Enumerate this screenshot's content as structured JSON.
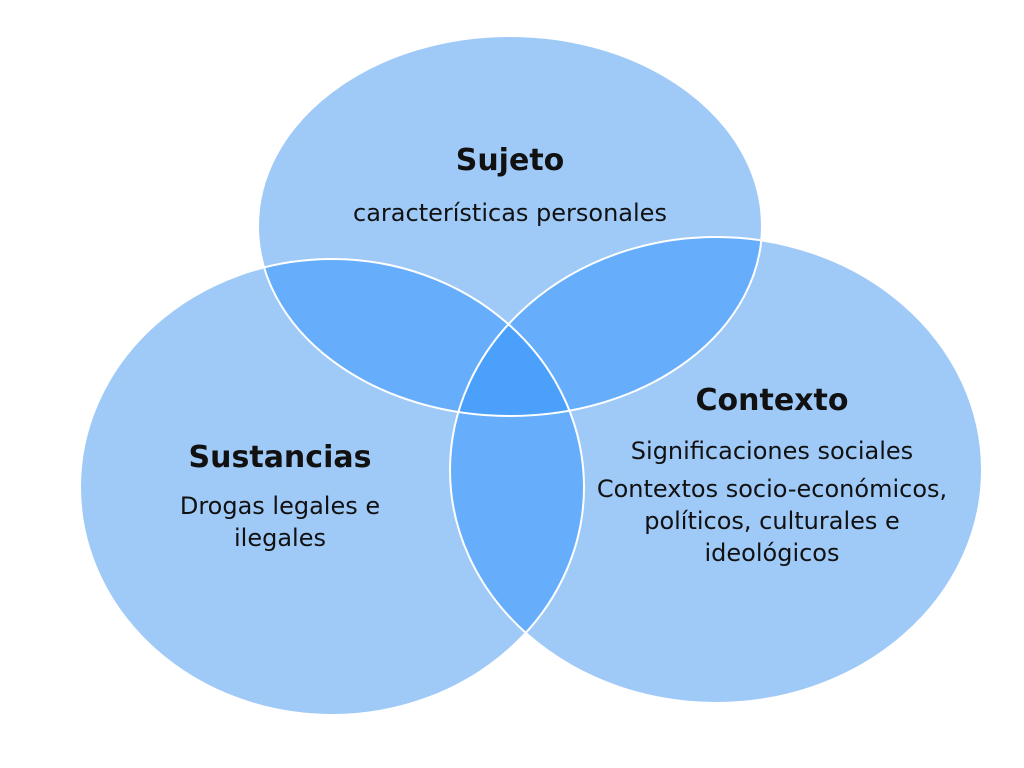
{
  "colors": {
    "circle_fill": "#9fcaf8",
    "overlap_two": "#66aefb",
    "overlap_three": "#4aa0fa",
    "circle_stroke": "#ffffff"
  },
  "circles": {
    "sujeto": {
      "title": "Sujeto",
      "lines": [
        "características personales"
      ]
    },
    "sustancias": {
      "title": "Sustancias",
      "lines": [
        "Drogas legales e ilegales"
      ]
    },
    "contexto": {
      "title": "Contexto",
      "lines": [
        "Significaciones sociales",
        "Contextos socio-económicos, políticos, culturales e ideológicos"
      ]
    }
  }
}
